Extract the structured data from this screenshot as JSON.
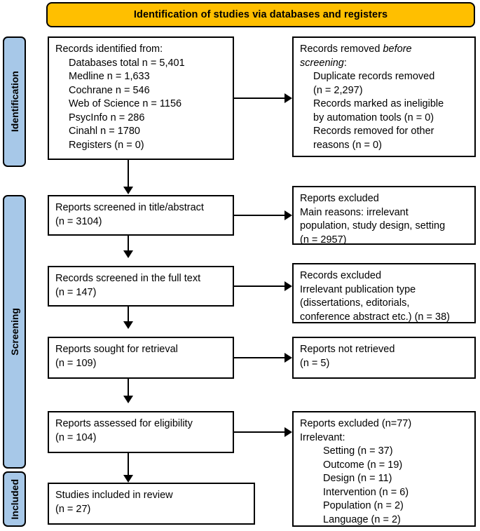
{
  "banner": {
    "title": "Identification of studies via databases and registers"
  },
  "stages": [
    {
      "label": "Identification",
      "name": "stage-identification"
    },
    {
      "label": "Screening",
      "name": "stage-screening"
    },
    {
      "label": "Included",
      "name": "stage-included"
    }
  ],
  "boxes": {
    "identified": {
      "l1": "Records identified from:",
      "l2": "Databases total n = 5,401",
      "l3": "Medline n = 1,633",
      "l4": "Cochrane n = 546",
      "l5": "Web of Science n = 1156",
      "l6": "PsycInfo n = 286",
      "l7": "Cinahl n = 1780",
      "l8": "Registers (n = 0)"
    },
    "removed": {
      "l1a": "Records removed ",
      "l1b": "before",
      "l2a": "screening",
      "l2b": ":",
      "l3": "Duplicate records removed",
      "l4": "(n = 2,297)",
      "l5": "Records marked as ineligible",
      "l6": "by automation tools (n = 0)",
      "l7": "Records removed for other",
      "l8": "reasons (n = 0)"
    },
    "screened_title_abstract": {
      "l1": "Reports screened in title/abstract",
      "l2": "(n = 3104)"
    },
    "excluded_title_abstract": {
      "l1": "Reports excluded",
      "l2": "Main reasons: irrelevant",
      "l3": "population, study design, setting",
      "l4": "(n = 2957)"
    },
    "screened_full_text": {
      "l1": "Records screened in the full text",
      "l2": "(n = 147)"
    },
    "excluded_full_text": {
      "l1": "Records excluded",
      "l2": "Irrelevant publication type",
      "l3": "(dissertations, editorials,",
      "l4": "conference abstract etc.) (n = 38)"
    },
    "sought_retrieval": {
      "l1": "Reports sought for retrieval",
      "l2": "(n = 109)"
    },
    "not_retrieved": {
      "l1": "Reports not retrieved",
      "l2": "(n = 5)"
    },
    "assessed_eligibility": {
      "l1": "Reports assessed for eligibility",
      "l2": "(n = 104)"
    },
    "excluded_eligibility": {
      "l1": "Reports excluded (n=77)",
      "l2": "Irrelevant:",
      "l3": "Setting (n = 37)",
      "l4": "Outcome (n = 19)",
      "l5": "Design (n = 11)",
      "l6": "Intervention (n = 6)",
      "l7": "Population (n = 2)",
      "l8": "Language (n = 2)"
    },
    "included_review": {
      "l1": "Studies included in review",
      "l2": "(n = 27)"
    }
  },
  "colors": {
    "banner_fill": "#FFBF00",
    "stage_fill": "#A7C8E8",
    "box_fill": "#FFFFFF",
    "stroke": "#000000"
  }
}
